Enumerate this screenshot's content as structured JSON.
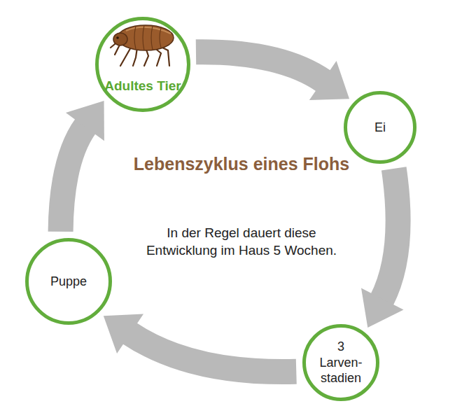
{
  "diagram": {
    "title": "Lebenszyklus eines Flohs",
    "nodes": [
      {
        "text": [
          "Adultes Tier"
        ]
      },
      {
        "text": [
          "Ei"
        ]
      },
      {
        "text": [
          "3",
          "Larven- stadien"
        ]
      },
      {
        "text": [
          "Puppe"
        ]
      }
    ],
    "edges": [
      {
        "from": 0,
        "to": 1,
        "arrow": "to"
      },
      {
        "from": 1,
        "to": 2,
        "arrow": "to"
      },
      {
        "from": 2,
        "to": 3,
        "arrow": "to"
      },
      {
        "from": 3,
        "to": 0,
        "arrow": "to"
      }
    ],
    "labels": [
      "In der Regel dauert diese Entwicklung im Haus 5 Wochen."
    ]
  }
}
